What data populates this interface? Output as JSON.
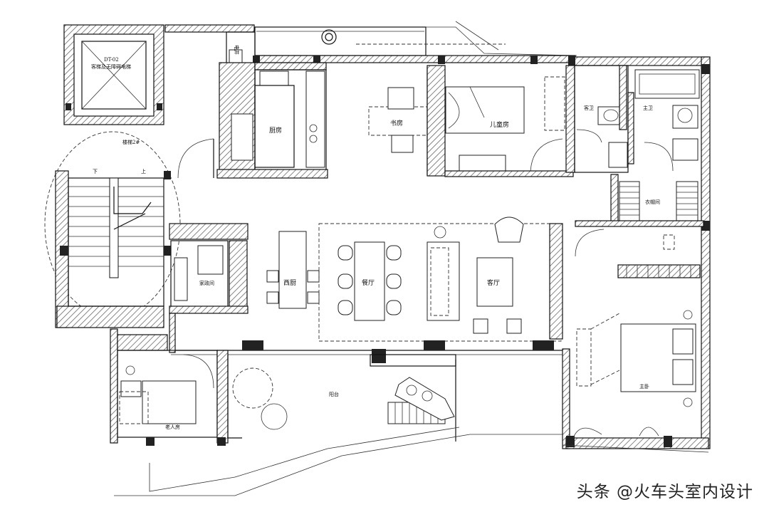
{
  "plan": {
    "elevator_label": "DT-02",
    "elevator_sublabel": "客梯及无障碍电梯",
    "stair_label": "楼梯2#",
    "stair_down": "下",
    "stair_up": "上",
    "shaft_label": "电井",
    "rooms": {
      "kitchen": "厨房",
      "study": "书房",
      "kids_room": "儿童房",
      "guest_bath": "客卫",
      "master_bath": "主卫",
      "closet": "衣帽间",
      "western_kitchen": "西厨",
      "dining": "餐厅",
      "living": "客厅",
      "laundry": "家政间",
      "balcony": "阳台",
      "master_bedroom": "主卧",
      "elder_room": "老人房"
    }
  },
  "watermark": "头条 @火车头室内设计"
}
